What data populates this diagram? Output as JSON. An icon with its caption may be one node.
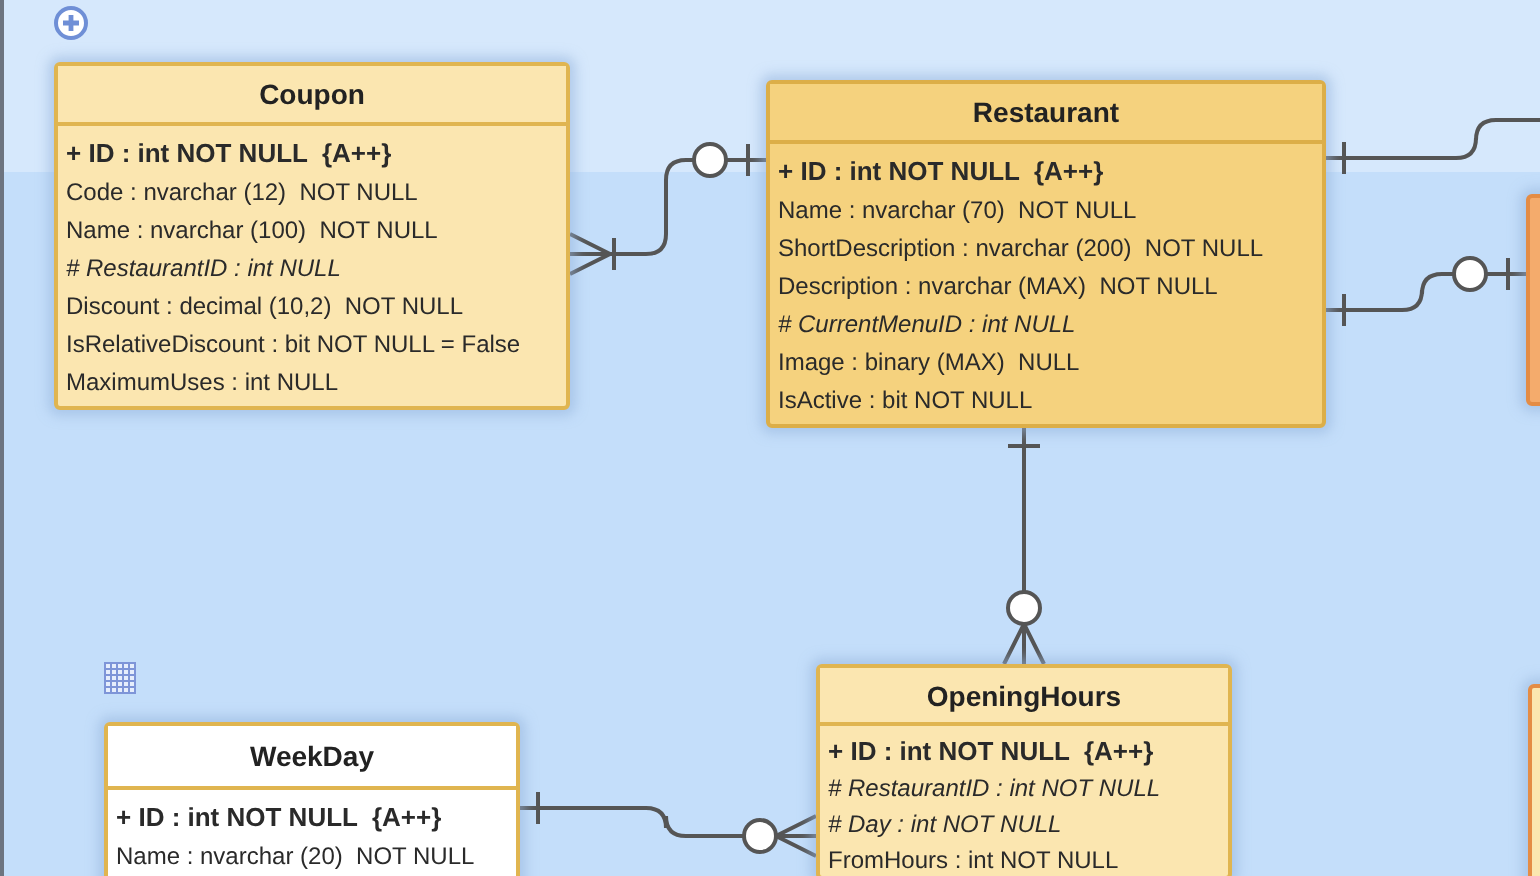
{
  "diagram": {
    "nodes": [
      {
        "text": [
          "Coupon",
          "**+ ID : int NOT NULL  {A++}**",
          "Code : nvarchar (12)  NOT NULL",
          "Name : nvarchar (100)  NOT NULL",
          "*# RestaurantID : int NULL*",
          "Discount : decimal (10,2)  NOT NULL",
          "IsRelativeDiscount : bit NOT NULL = False",
          "MaximumUses : int NULL"
        ]
      },
      {
        "text": [
          "Restaurant",
          "**+ ID : int NOT NULL  {A++}**",
          "Name : nvarchar (70)  NOT NULL",
          "ShortDescription : nvarchar (200)  NOT NULL",
          "Description : nvarchar (MAX)  NOT NULL",
          "*# CurrentMenuID : int NULL*",
          "Image : binary (MAX)  NULL",
          "IsActive : bit NOT NULL"
        ]
      },
      {
        "text": [],
        "shape": "box"
      },
      {
        "text": [
          "WeekDay",
          "**+ ID : int NOT NULL  {A++}**",
          "Name : nvarchar (20)  NOT NULL"
        ]
      },
      {
        "text": [
          "OpeningHours",
          "**+ ID : int NOT NULL  {A++}**",
          "*# RestaurantID : int NOT NULL*",
          "*# Day : int NOT NULL*",
          "FromHours : int NOT NULL"
        ]
      },
      {
        "text": [],
        "shape": "box"
      }
    ],
    "edges": [
      {
        "from": 0,
        "to": 1,
        "arrow": "other"
      },
      {
        "from": 1,
        "to": null,
        "arrow": "other"
      },
      {
        "from": 1,
        "to": 2,
        "arrow": "other"
      },
      {
        "from": 1,
        "to": 4,
        "arrow": "other"
      },
      {
        "from": 3,
        "to": 4,
        "arrow": "other"
      }
    ]
  }
}
